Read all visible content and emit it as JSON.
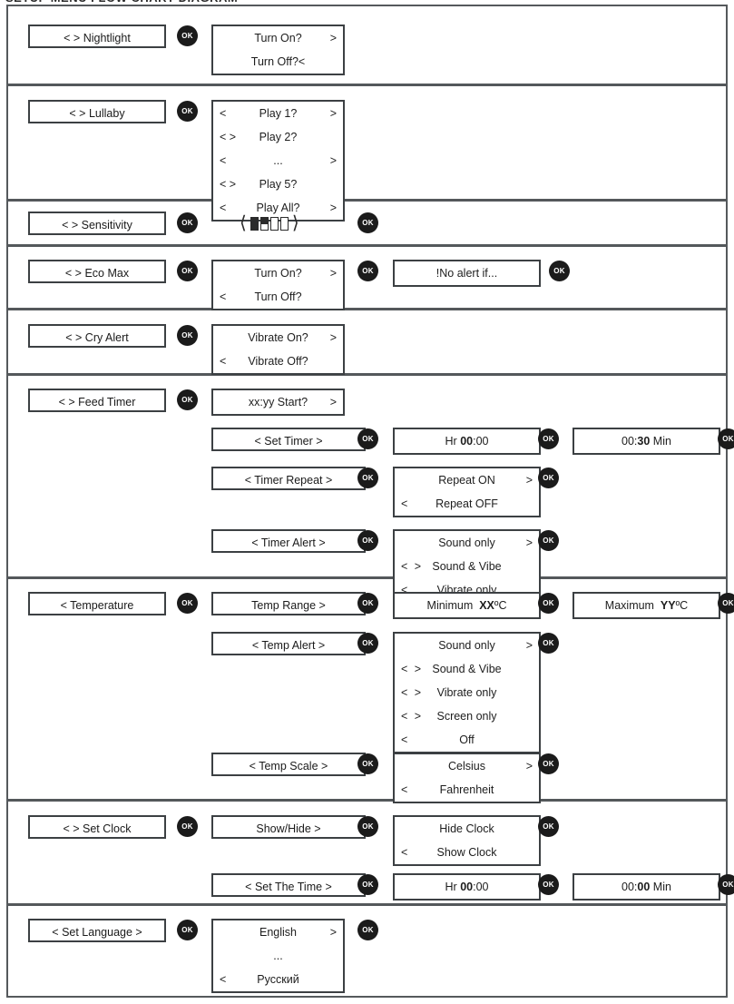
{
  "header_clipped": "SETUP MENU FLOW CHART DIAGRAM",
  "ok_label": "OK",
  "groups": [
    {
      "name": "nightlight",
      "label": "<  >  Nightlight",
      "rows": [
        {
          "label": "<  >  Nightlight",
          "screens": [
            {
              "lines": [
                {
                  "left": "",
                  "text": "Turn On?",
                  "right": ">"
                },
                {
                  "left": "",
                  "text": "Turn Off?<",
                  "right": ""
                }
              ]
            }
          ]
        }
      ]
    },
    {
      "name": "lullaby",
      "label": "<  >   Lullaby",
      "rows": [
        {
          "label": "<  >   Lullaby",
          "screens": [
            {
              "lines": [
                {
                  "left": "<",
                  "text": "Play 1?",
                  "right": ">"
                },
                {
                  "left": "< >",
                  "text": "Play 2?",
                  "right": ""
                },
                {
                  "left": "<",
                  "text": "...",
                  "right": ">"
                },
                {
                  "left": "< >",
                  "text": "Play 5?",
                  "right": ""
                },
                {
                  "left": "<",
                  "text": "Play All?",
                  "right": ">"
                }
              ]
            }
          ]
        }
      ]
    },
    {
      "name": "sensitivity",
      "label": "<  >  Sensitivity",
      "sensitivity_levels": 4,
      "sensitivity_filled": 2,
      "sensitivity_partial": 1
    },
    {
      "name": "eco-max",
      "label": "<  >  Eco Max",
      "rows": [
        {
          "label": "<  >  Eco Max",
          "screens": [
            {
              "lines": [
                {
                  "left": "",
                  "text": "Turn On?",
                  "right": ">"
                },
                {
                  "left": "<",
                  "text": "Turn Off?",
                  "right": ""
                }
              ]
            },
            {
              "lines": [
                {
                  "left": "",
                  "text": "!No alert if...",
                  "right": ""
                }
              ]
            }
          ]
        }
      ]
    },
    {
      "name": "cry-alert",
      "label": "<  >  Cry Alert",
      "rows": [
        {
          "label": "<  >  Cry Alert",
          "screens": [
            {
              "lines": [
                {
                  "left": "",
                  "text": "Vibrate On?",
                  "right": ">"
                },
                {
                  "left": "<",
                  "text": "Vibrate Off?",
                  "right": ""
                }
              ]
            }
          ]
        }
      ]
    },
    {
      "name": "feed-timer",
      "label": "<  >  Feed Timer",
      "rows": [
        {
          "label": "<  >  Feed Timer",
          "screens": [
            {
              "lines": [
                {
                  "left": "",
                  "text": "xx:yy Start?",
                  "right": ">"
                }
              ]
            }
          ]
        },
        {
          "sublabel": "<      Set Timer      >",
          "screens": [
            {
              "lines": [
                {
                  "left": "",
                  "text": "Hr 00:00",
                  "bold": "00",
                  "right": ""
                }
              ]
            },
            {
              "lines": [
                {
                  "left": "",
                  "text": "00:30 Min",
                  "bold": "30",
                  "right": ""
                }
              ]
            }
          ]
        },
        {
          "sublabel": "<    Timer Repeat    >",
          "screens": [
            {
              "lines": [
                {
                  "left": "",
                  "text": "Repeat ON",
                  "right": ">"
                },
                {
                  "left": "<",
                  "text": "Repeat OFF",
                  "right": ""
                }
              ]
            }
          ]
        },
        {
          "sublabel": "<     Timer Alert     >",
          "screens": [
            {
              "lines": [
                {
                  "left": "",
                  "text": "Sound only",
                  "right": ">"
                },
                {
                  "left": "< >",
                  "text": "Sound & Vibe",
                  "right": ""
                },
                {
                  "left": "<",
                  "text": "Vibrate only",
                  "right": ""
                }
              ]
            }
          ]
        }
      ]
    },
    {
      "name": "temperature",
      "label": "<  Temperature",
      "rows": [
        {
          "label": "<  Temperature",
          "sublabel": "Temp Range      >",
          "screens": [
            {
              "lines": [
                {
                  "left": "",
                  "text": "Minimum XXºC",
                  "bold": "XX",
                  "right": ""
                }
              ]
            },
            {
              "lines": [
                {
                  "left": "",
                  "text": "Maximum YYºC",
                  "bold": "YY",
                  "right": ""
                }
              ]
            }
          ]
        },
        {
          "sublabel": "<     Temp Alert     >",
          "screens": [
            {
              "lines": [
                {
                  "left": "",
                  "text": "Sound only",
                  "right": ">"
                },
                {
                  "left": "< >",
                  "text": "Sound & Vibe",
                  "right": ""
                },
                {
                  "left": "< >",
                  "text": "Vibrate only",
                  "right": ""
                },
                {
                  "left": "< >",
                  "text": "Screen only",
                  "right": ""
                },
                {
                  "left": "<",
                  "text": "Off",
                  "right": ""
                }
              ]
            }
          ]
        },
        {
          "sublabel": "<     Temp Scale     >",
          "screens": [
            {
              "lines": [
                {
                  "left": "",
                  "text": "Celsius",
                  "right": ">"
                },
                {
                  "left": "<",
                  "text": "Fahrenheit",
                  "right": ""
                }
              ]
            }
          ]
        }
      ]
    },
    {
      "name": "set-clock",
      "label": "<  >  Set Clock",
      "rows": [
        {
          "label": "<  >  Set Clock",
          "sublabel": "Show/Hide      >",
          "screens": [
            {
              "lines": [
                {
                  "left": "",
                  "text": "Hide Clock",
                  "right": ""
                },
                {
                  "left": "<",
                  "text": "Show Clock",
                  "right": ""
                }
              ]
            }
          ]
        },
        {
          "sublabel": "<    Set The Time    >",
          "screens": [
            {
              "lines": [
                {
                  "left": "",
                  "text": "Hr 00:00",
                  "bold": "00",
                  "right": ""
                }
              ]
            },
            {
              "lines": [
                {
                  "left": "",
                  "text": "00:00 Min",
                  "bold": "00",
                  "right": ""
                }
              ]
            }
          ]
        }
      ]
    },
    {
      "name": "set-language",
      "label": "<  Set Language  >",
      "rows": [
        {
          "label": "<  Set Language  >",
          "screens": [
            {
              "lines": [
                {
                  "left": "",
                  "text": "English",
                  "right": ">"
                },
                {
                  "left": "",
                  "text": "...",
                  "right": ""
                },
                {
                  "left": "<",
                  "text": "Русский",
                  "right": ""
                }
              ]
            }
          ]
        }
      ]
    }
  ]
}
